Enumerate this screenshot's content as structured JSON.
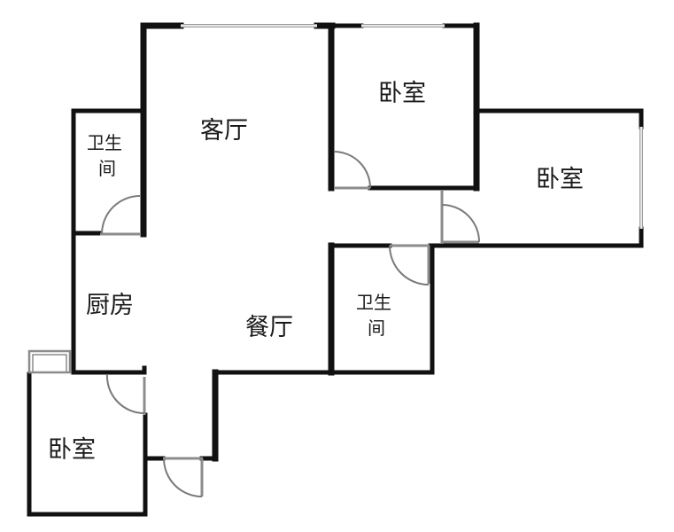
{
  "floor_plan": {
    "rooms": [
      {
        "id": "living",
        "label": "客厅"
      },
      {
        "id": "bedroom_top",
        "label": "卧室"
      },
      {
        "id": "bedroom_right",
        "label": "卧室"
      },
      {
        "id": "bathroom_left",
        "label_line1": "卫生",
        "label_line2": "间"
      },
      {
        "id": "bathroom_center",
        "label_line1": "卫生",
        "label_line2": "间"
      },
      {
        "id": "kitchen",
        "label": "厨房"
      },
      {
        "id": "dining",
        "label": "餐厅"
      },
      {
        "id": "bedroom_bottom",
        "label": "卧室"
      }
    ],
    "colors": {
      "wall": "#111111",
      "window": "#9a9a9a",
      "door": "#7a7a7a",
      "background": "#ffffff"
    }
  }
}
